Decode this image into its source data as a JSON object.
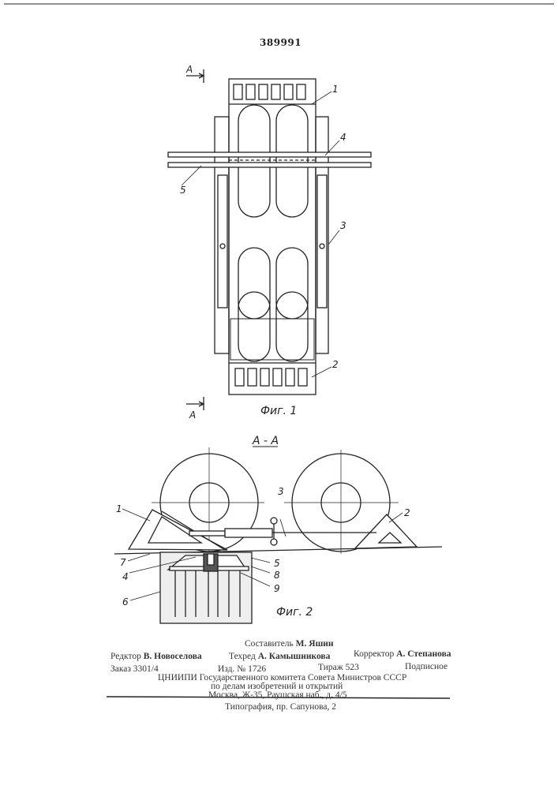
{
  "patent_number": "389991",
  "figures": {
    "fig1": {
      "caption": "Фиг. 1",
      "section_marker": "А",
      "labels": {
        "l1": "1",
        "l2": "2",
        "l3": "3",
        "l4": "4",
        "l5": "5"
      }
    },
    "fig2": {
      "caption": "Фиг. 2",
      "section_title": "А - А",
      "labels": {
        "l1": "1",
        "l2": "2",
        "l3": "3",
        "l4": "4",
        "l5": "5",
        "l6": "6",
        "l7": "7",
        "l8": "8",
        "l9": "9"
      }
    }
  },
  "colophon": {
    "compiler_label": "Составитель",
    "compiler": "М. Яшин",
    "editor_label": "Редктор",
    "editor": "В. Новоселова",
    "techred_label": "Техред",
    "techred": "А. Камышникова",
    "corrector_label": "Корректор",
    "corrector": "А. Степанова",
    "order": "Заказ  3301/4",
    "edition": "Изд. № 1726",
    "print_run": "Тираж  523",
    "subscription": "Подписное",
    "org_line1": "ЦНИИПИ Государственного комитета Совета Министров СССР",
    "org_line2": "по делам изобретений и открытий",
    "org_line3": "Москва, Ж-35, Раушская наб., д. 4/5",
    "printer": "Типография, пр. Сапунова, 2"
  }
}
